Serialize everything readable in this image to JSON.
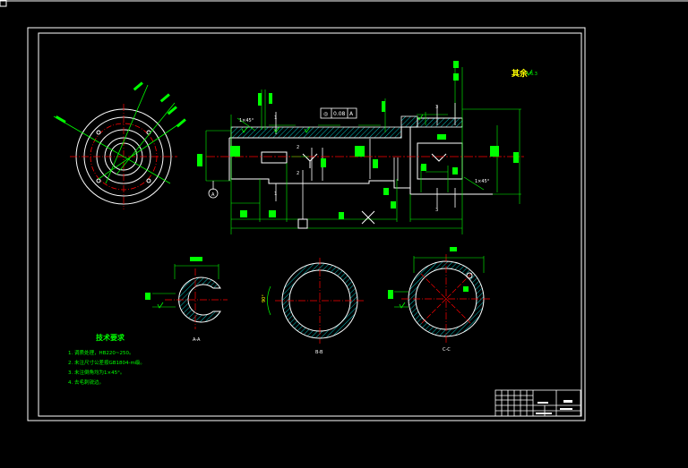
{
  "tech_requirements": {
    "title": "技术要求",
    "items": [
      "1. 调质处理，HB220~250。",
      "2. 未注尺寸公差按GB1804-m级。",
      "3. 未注倒角均为1×45°。",
      "4. 去毛刺锐边。"
    ]
  },
  "remainder_label": "其余",
  "surface_note": "6.3",
  "chamfer_note": "1×45°",
  "chamfer_note_2": "1×45°",
  "tolerance_frame": [
    "◎",
    "0.08",
    "A"
  ],
  "datum": "A",
  "section_labels": {
    "a": "A-A",
    "b": "B-B",
    "c": "C-C"
  },
  "cut_markers": {
    "top1": "1",
    "bottom1": "1",
    "top2": "2",
    "bottom2": "2",
    "top3": "3",
    "bottom3": "3"
  },
  "angle_label": "90°",
  "colors": {
    "outline": "#ffffff",
    "dimension": "#00ff00",
    "center": "#ff0000",
    "hatch": "#00bfbf",
    "text": "#ffff00",
    "background": "#000000"
  }
}
